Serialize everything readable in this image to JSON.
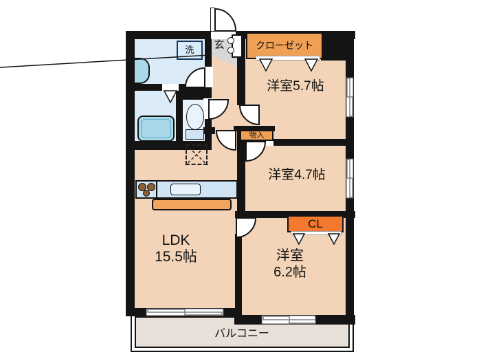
{
  "plan": {
    "rooms": {
      "ldk": {
        "label": "LDK",
        "size": "15.5帖"
      },
      "bedroom1": {
        "label": "洋室5.7帖"
      },
      "bedroom2": {
        "label": "洋室4.7帖"
      },
      "bedroom3": {
        "label": "洋室",
        "size": "6.2帖"
      },
      "balcony": {
        "label": "バルコニー"
      },
      "entrance": {
        "label": "玄"
      },
      "laundry": {
        "label": "洗"
      },
      "closet": {
        "label": "クローゼット"
      },
      "cl": {
        "label": "CL"
      },
      "storage": {
        "label": "物入"
      }
    }
  },
  "colors": {
    "wall": "#141414",
    "floor": "#f3d4b8",
    "wetFloor": "#dcebf8",
    "toiletFloor": "#eaf2fb",
    "tub": "#a9d8e8",
    "fixtureBlue": "#d8ecfa",
    "counterBlue": "#cfe4f4",
    "sinkBlue": "#e8f4fd",
    "cabinetOrange": "#f0a45c",
    "closetOrange": "#efa055",
    "clOrange": "#f4792e",
    "genkanGray": "#d7d7d7",
    "balconyGray": "#e7e1da",
    "burnerBrown": "#8d5f33",
    "washerBorder": "#16365c"
  }
}
